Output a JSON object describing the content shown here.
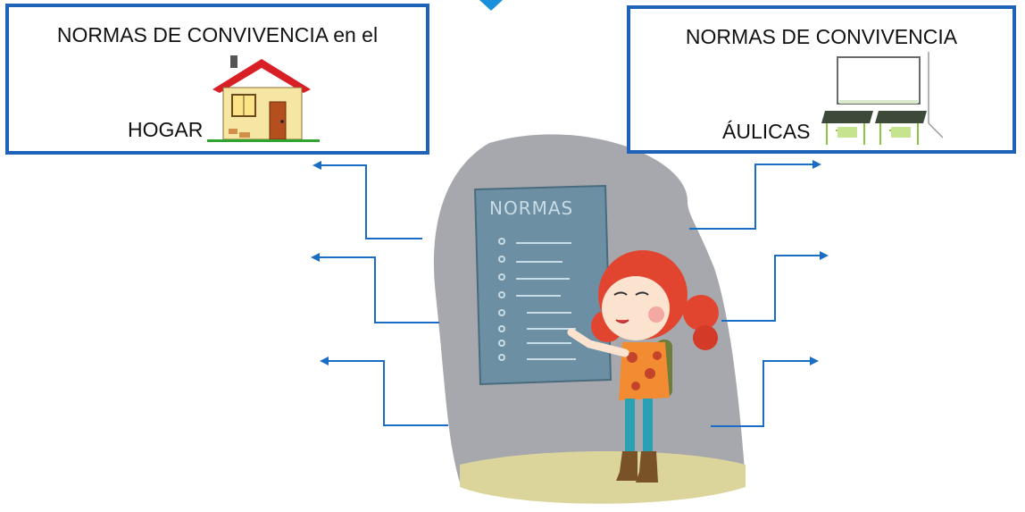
{
  "left_box": {
    "title": "NORMAS DE CONVIVENCIA en el",
    "subtitle": "HOGAR",
    "icon": "house-icon"
  },
  "right_box": {
    "title": "NORMAS DE CONVIVENCIA",
    "subtitle": "ÁULICAS",
    "icon": "classroom-icon"
  },
  "board": {
    "title": "NORMAS",
    "items": 8
  },
  "colors": {
    "border": "#1f63b8",
    "arrow": "#1a6dc4",
    "backdrop": "#a6a8ad",
    "board": "#6c8fa3",
    "floor": "#dcd59b"
  }
}
